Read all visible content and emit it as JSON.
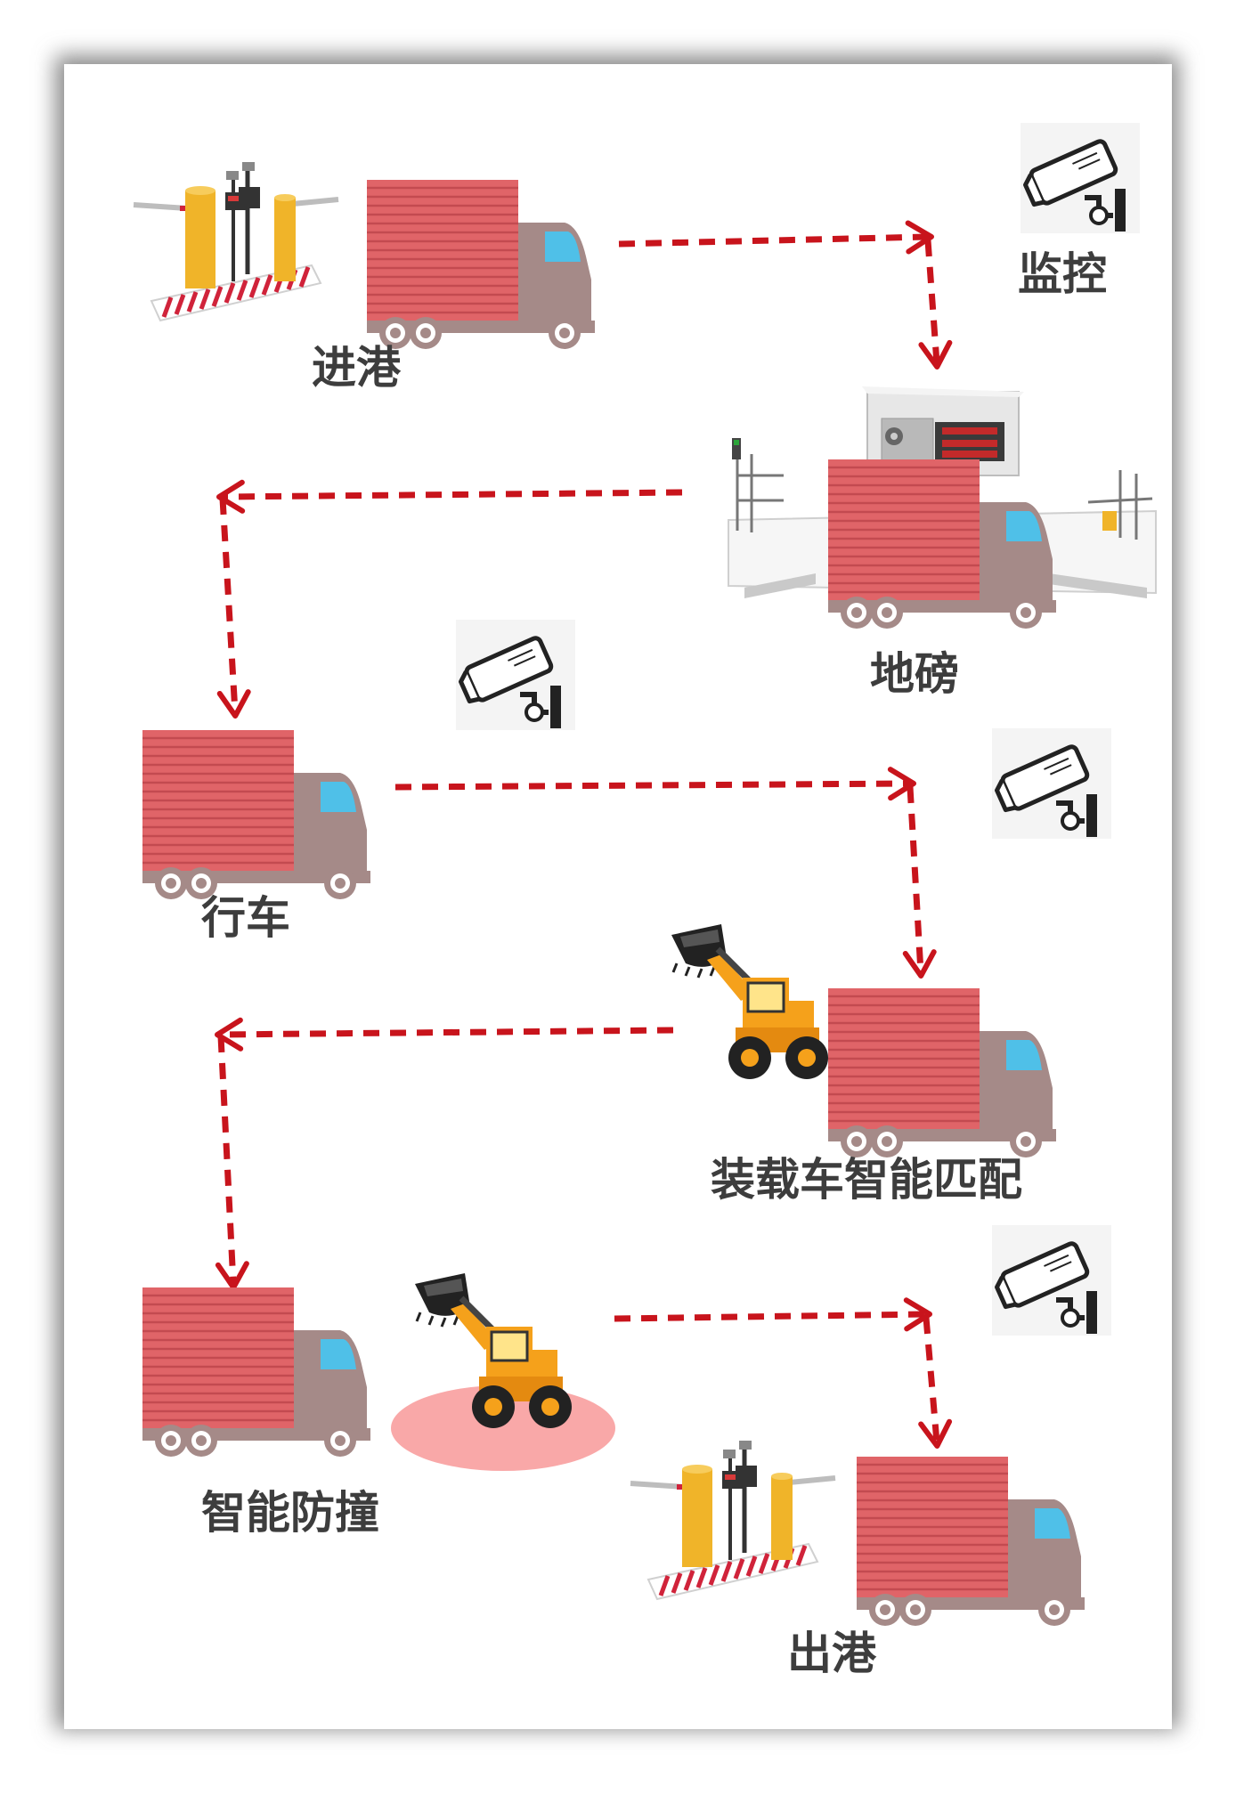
{
  "steps": {
    "entry": "进港",
    "monitor": "监控",
    "weighbridge": "地磅",
    "driving": "行车",
    "loader_match": "装载车智能匹配",
    "anti_collision": "智能防撞",
    "exit": "出港"
  },
  "colors": {
    "arrow": "#c8141c",
    "truck_body": "#e06468",
    "truck_stripe": "#c34a50",
    "truck_cab": "#a58a88",
    "truck_window": "#4fc0e8",
    "barrier_post": "#f0b429",
    "loader_body": "#f5a11b",
    "label": "#3d3d3d"
  },
  "icons": [
    "barrier-gate-icon",
    "truck-icon",
    "cctv-camera-icon",
    "weighbridge-icon",
    "wheel-loader-icon",
    "collision-zone-icon"
  ]
}
